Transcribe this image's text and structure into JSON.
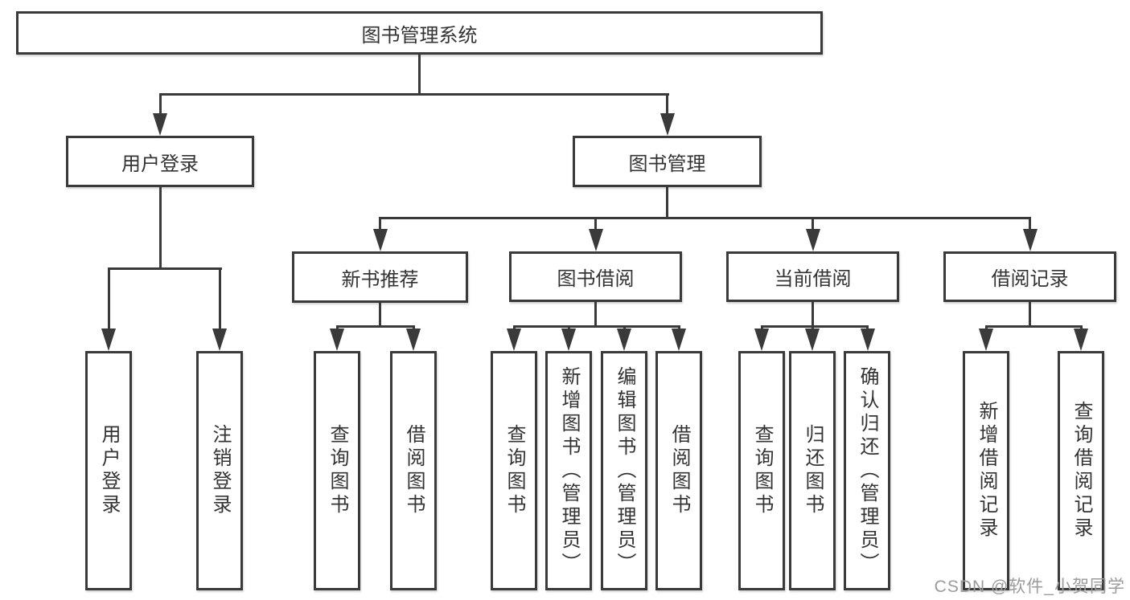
{
  "nodes": {
    "root": "图书管理系统",
    "user_login": "用户登录",
    "book_mgmt": "图书管理",
    "new_book_rec": "新书推荐",
    "book_borrow": "图书借阅",
    "current_borrow": "当前借阅",
    "borrow_record": "借阅记录",
    "leaf_user_login": "用户登录",
    "leaf_logout_login": "注销登录",
    "leaf_query_book_rec": "查询图书",
    "leaf_borrow_book_rec": "借阅图书",
    "leaf_query_book_borrow": "查询图书",
    "leaf_add_book_admin": "新增图书（管理员）",
    "leaf_edit_book_admin": "编辑图书（管理员）",
    "leaf_borrow_book_borrow": "借阅图书",
    "leaf_query_book_current": "查询图书",
    "leaf_return_book": "归还图书",
    "leaf_confirm_return_admin": "确认归还（管理员）",
    "leaf_add_borrow_record": "新增借阅记录",
    "leaf_query_borrow_record": "查询借阅记录"
  },
  "watermark": "CSDN @软件_小贺同学",
  "colors": {
    "line": "#3a3a3a",
    "text": "#333333",
    "background": "#ffffff",
    "watermark": "#9b9b9b"
  }
}
